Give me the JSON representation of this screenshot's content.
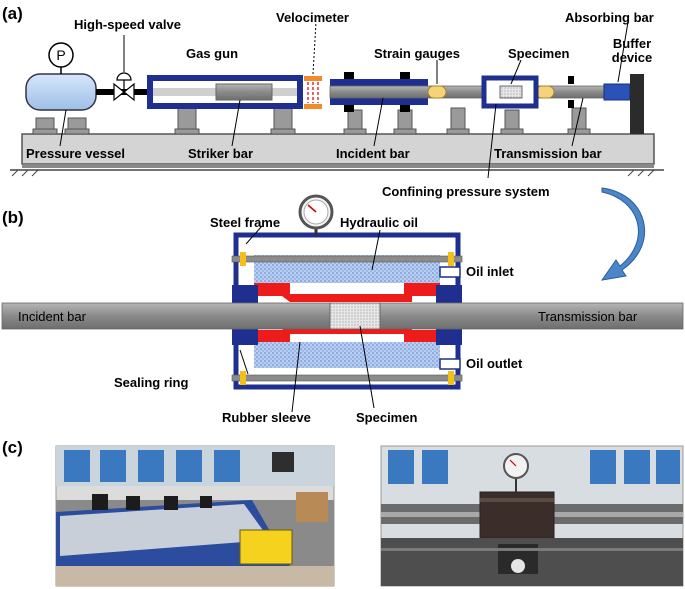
{
  "panels": {
    "a": "(a)",
    "b": "(b)",
    "c": "(c)"
  },
  "panel_a": {
    "high_speed_valve": "High-speed valve",
    "velocimeter": "Velocimeter",
    "absorbing_bar": "Absorbing bar",
    "buffer_device_line1": "Buffer",
    "buffer_device_line2": "device",
    "gas_gun": "Gas gun",
    "strain_gauges": "Strain gauges",
    "specimen": "Specimen",
    "pressure_symbol": "P",
    "pressure_vessel": "Pressure vessel",
    "striker_bar": "Striker bar",
    "incident_bar": "Incident bar",
    "transmission_bar": "Transmission bar",
    "confining_pressure_system": "Confining pressure system"
  },
  "panel_b": {
    "steel_frame": "Steel frame",
    "hydraulic_oil": "Hydraulic oil",
    "oil_inlet": "Oil inlet",
    "oil_outlet": "Oil outlet",
    "incident_bar": "Incident bar",
    "transmission_bar": "Transmission bar",
    "sealing_ring": "Sealing ring",
    "rubber_sleeve": "Rubber sleeve",
    "specimen": "Specimen"
  },
  "colors": {
    "navy": "#1f2f8f",
    "bar_gray": "#8c8c8c",
    "oil_blue": "#a9c4ee",
    "rubber_red": "#ee1b1b",
    "gauge_yellow": "#f6d27a",
    "orange": "#f08a2c",
    "arrow_blue": "#4a86c8"
  }
}
